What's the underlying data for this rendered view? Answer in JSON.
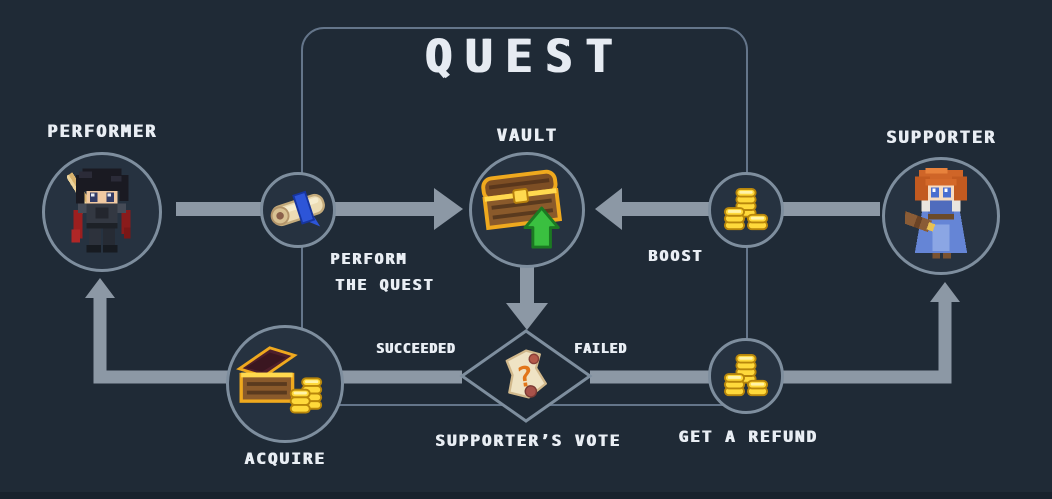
{
  "title": "QUEST",
  "nodes": {
    "performer": {
      "label": "PERFORMER",
      "icon": "warrior-icon"
    },
    "vault": {
      "label": "VAULT",
      "icon": "chest-upgrade-icon"
    },
    "supporter": {
      "label": "SUPPORTER",
      "icon": "maiden-telescope-icon"
    },
    "perform": {
      "line1": "PERFORM",
      "line2": "THE QUEST",
      "icon": "quest-scroll-icon"
    },
    "boost": {
      "label": "BOOST",
      "icon": "coin-stacks-icon"
    },
    "acquire": {
      "label": "ACQUIRE",
      "icon": "open-chest-coins-icon"
    },
    "refund": {
      "label": "GET A REFUND",
      "icon": "coin-stacks-icon"
    },
    "vote": {
      "label": "SUPPORTER’S VOTE",
      "succeeded": "SUCCEEDED",
      "failed": "FAILED",
      "icon": "vote-scroll-question-icon",
      "question_glyph": "?"
    }
  },
  "edges": [
    {
      "from": "PERFORMER",
      "to": "VAULT",
      "via": "PERFORM THE QUEST"
    },
    {
      "from": "SUPPORTER",
      "to": "VAULT",
      "via": "BOOST"
    },
    {
      "from": "VAULT",
      "to": "SUPPORTER’S VOTE"
    },
    {
      "from": "SUPPORTER’S VOTE",
      "to": "ACQUIRE",
      "when": "SUCCEEDED"
    },
    {
      "from": "SUPPORTER’S VOTE",
      "to": "GET A REFUND",
      "when": "FAILED"
    },
    {
      "from": "ACQUIRE",
      "to": "PERFORMER"
    },
    {
      "from": "GET A REFUND",
      "to": "SUPPORTER"
    }
  ],
  "colors": {
    "background": "#1f2a36",
    "quest_border": "#64758a",
    "arrow": "#8c98a5",
    "node_border": "#7e8e9e",
    "node_fill": "#263240",
    "text": "#e9eef4",
    "coin_gold": "#ffd93b",
    "success_green": "#3ac040",
    "question_orange": "#e2761a"
  }
}
